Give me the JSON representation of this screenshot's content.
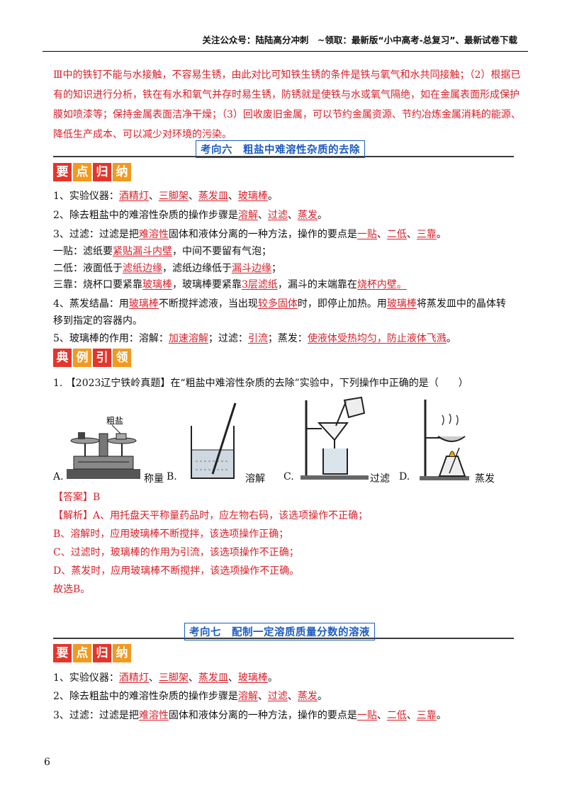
{
  "header": {
    "text": "关注公众号：陆陆高分冲刺　~领取：最新版“小中高考-总复习”、最新试卷下载"
  },
  "intro": {
    "text": "Ⅲ中的铁钉不能与水接触，不容易生锈，由此对比可知铁生锈的条件是铁与氧气和水共同接触；（2）根据已有的知识进行分析，铁在有水和氧气并存时易生锈，防锈就是使铁与水或氧气隔绝，如在金属表面形成保护膜如喷漆等；保持金属表面洁净干燥；（3）回收废旧金属，可以节约金属资源、节约冶炼金属消耗的能源、降低生产成本、可以减少对环境的污染。"
  },
  "section6": {
    "title": "考向六　粗盐中难溶性杂质的去除",
    "badge": [
      "要",
      "点",
      "归",
      "纳"
    ],
    "l1": {
      "pre": "1、实验仪器：",
      "a": "酒精灯",
      "b": "三脚架",
      "c": "蒸发皿",
      "d": "玻璃棒",
      "sep": "、",
      "end": "。"
    },
    "l2": {
      "pre": "2、除去粗盐中的难溶性杂质的操作步骤是",
      "a": "溶解",
      "b": "过滤",
      "c": "蒸发",
      "sep": "、",
      "end": "。"
    },
    "l3": {
      "pre": "3、过滤：过滤是把",
      "a": "难溶性",
      "mid": "固体和液体分离的一种方法，操作的要点是",
      "b": "一贴",
      "c": "二低",
      "d": "三靠",
      "sep": "、",
      "end": "。"
    },
    "l4": {
      "pre": "一贴：滤纸要",
      "a": "紧贴漏斗内壁",
      "end": "，中间不要留有气泡；"
    },
    "l5": {
      "pre": "二低：液面低于",
      "a": "滤纸边缘",
      "mid": "，滤纸边缘低于",
      "b": "漏斗边缘",
      "end": "；"
    },
    "l6": {
      "pre": "三靠：烧杯口要紧靠",
      "a": "玻璃棒",
      "mid1": "，玻璃棒要紧靠",
      "b": "3层滤纸",
      "mid2": "，漏斗的末端靠在",
      "c": "烧杯内壁。"
    },
    "l7": {
      "pre": "4、蒸发结晶：用",
      "a": "玻璃棒",
      "mid1": "不断搅拌滤液，当出现",
      "b": "较多固体",
      "mid2": "时，即停止加热。用",
      "c": "玻璃棒",
      "end": "将蒸发皿中的晶体转"
    },
    "l8": {
      "text": "移到指定的容器内。"
    },
    "l9": {
      "pre": "5、玻璃棒的作用：溶解：",
      "a": "加速溶解",
      "mid1": "；过滤：",
      "b": "引流",
      "mid2": "；蒸发：",
      "c": "使液体受热均匀，防止液体飞溅",
      "end": "。"
    }
  },
  "example": {
    "badge": [
      "典",
      "例",
      "引",
      "领"
    ],
    "question": "1. 【2023辽宁铁岭真题】在“粗盐中难溶性杂质的去除”实验中，下列操作中正确的是（　　）",
    "options": [
      {
        "letter": "A.",
        "label": "称量",
        "img_text": "粗盐"
      },
      {
        "letter": "B.",
        "label": "溶解"
      },
      {
        "letter": "C.",
        "label": "过滤"
      },
      {
        "letter": "D.",
        "label": "蒸发"
      }
    ],
    "answer_tag": "【答案】",
    "answer": "B",
    "analysis_tag": "【解析】",
    "analysis": [
      "A、用托盘天平称量药品时，应左物右码，该选项操作不正确；",
      "B、溶解时，应用玻璃棒不断搅拌，该选项操作正确；",
      "C、过滤时，玻璃棒的作用为引流，该选项操作不正确；",
      "D、蒸发时，应用玻璃棒不断搅拌，该选项操作不正确。"
    ],
    "conclusion": "故选B。"
  },
  "section7": {
    "title": "考向七　配制一定溶质质量分数的溶液",
    "badge": [
      "要",
      "点",
      "归",
      "纳"
    ]
  },
  "page_number": "6",
  "colors": {
    "red": "#d8202a",
    "blue": "#1c5cc2",
    "badge_red": "#e5352b",
    "badge_orange": "#f29a1f"
  }
}
